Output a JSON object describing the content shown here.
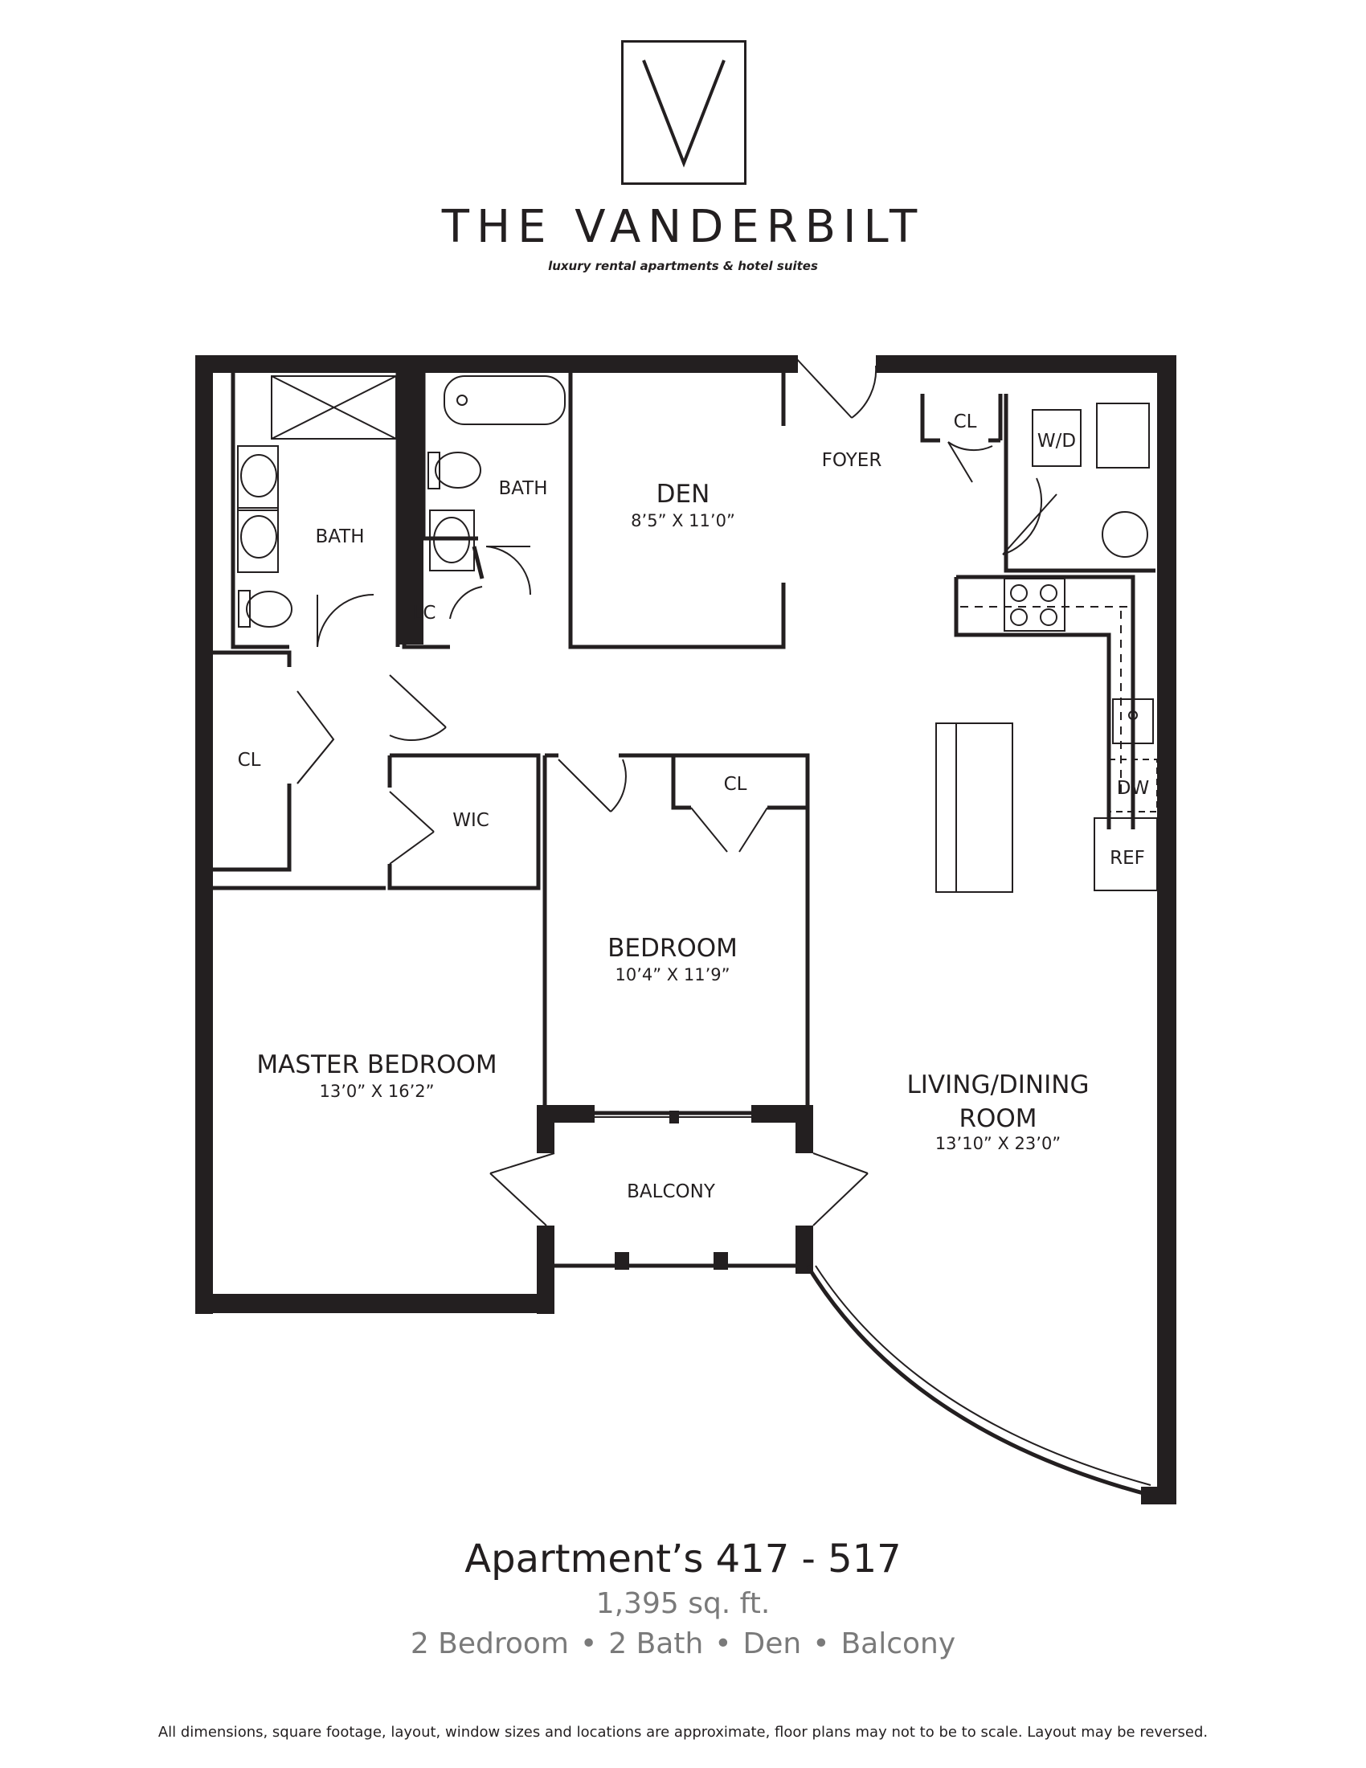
{
  "header": {
    "logo_letter": "V",
    "brand_name": "THE VANDERBILT",
    "tagline": "luxury rental apartments & hotel suites"
  },
  "rooms": {
    "den": {
      "name": "DEN",
      "dims": "8’5” X 11’0”"
    },
    "foyer": {
      "name": "FOYER"
    },
    "bath_main": {
      "name": "BATH"
    },
    "bath_second": {
      "name": "BATH"
    },
    "bedroom": {
      "name": "BEDROOM",
      "dims": "10’4” X 11’9”"
    },
    "master": {
      "name": "MASTER BEDROOM",
      "dims": "13’0” X 16’2”"
    },
    "living": {
      "name_line1": "LIVING/DINING",
      "name_line2": "ROOM",
      "dims": "13’10” X 23’0”"
    },
    "balcony": {
      "name": "BALCONY"
    },
    "labels": {
      "cl_foyer": "CL",
      "cl_left": "CL",
      "cl_bedroom": "CL",
      "lc": "LC",
      "wic": "WIC",
      "wd": "W/D",
      "dw": "DW",
      "ref": "REF"
    }
  },
  "footer": {
    "title": "Apartment’s  417 - 517",
    "sqft": "1,395 sq. ft.",
    "features": [
      "2 Bedroom",
      "2 Bath",
      "Den",
      "Balcony"
    ],
    "disclaimer": "All dimensions, square footage, layout, window sizes and locations are approximate, floor plans may not to be to scale.  Layout may be reversed."
  }
}
